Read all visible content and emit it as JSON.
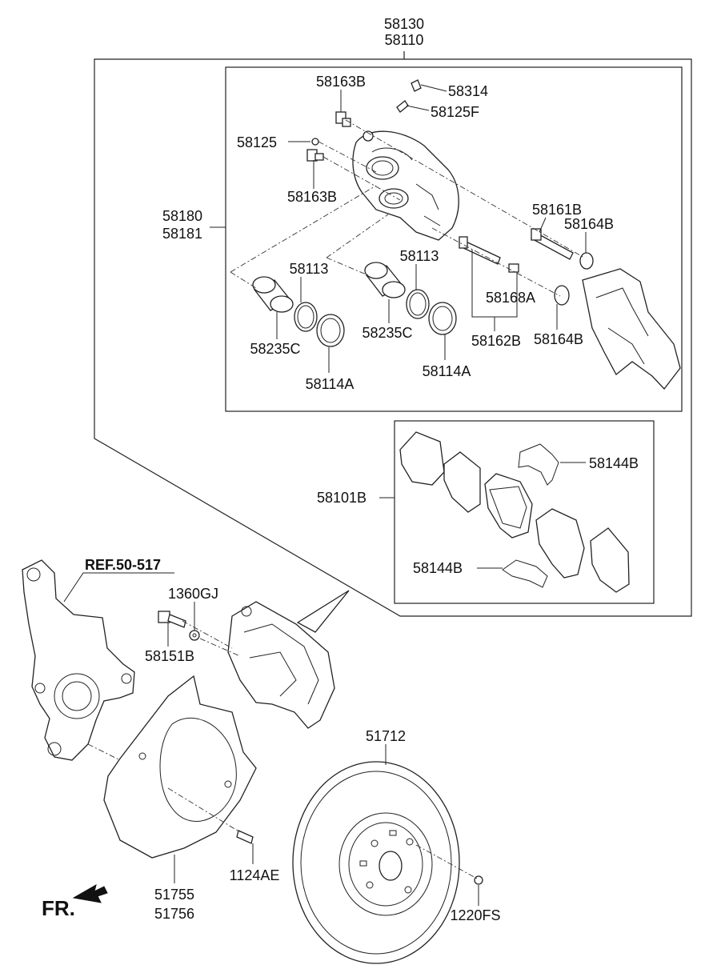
{
  "labels": {
    "p58130": "58130",
    "p58110": "58110",
    "p58163B_top": "58163B",
    "p58314": "58314",
    "p58125F": "58125F",
    "p58125": "58125",
    "p58163B_bot": "58163B",
    "p58180": "58180",
    "p58181": "58181",
    "p58161B": "58161B",
    "p58164B_top": "58164B",
    "p58113_left": "58113",
    "p58113_right": "58113",
    "p58168A": "58168A",
    "p58235C_left": "58235C",
    "p58235C_right": "58235C",
    "p58162B": "58162B",
    "p58164B_bot": "58164B",
    "p58114A_left": "58114A",
    "p58114A_right": "58114A",
    "p58144B_top": "58144B",
    "p58101B": "58101B",
    "p58144B_bot": "58144B",
    "ref": "REF.50-517",
    "p1360GJ": "1360GJ",
    "p58151B": "58151B",
    "p51712": "51712",
    "p1124AE": "1124AE",
    "p51755": "51755",
    "p51756": "51756",
    "p1220FS": "1220FS",
    "fr": "FR."
  }
}
